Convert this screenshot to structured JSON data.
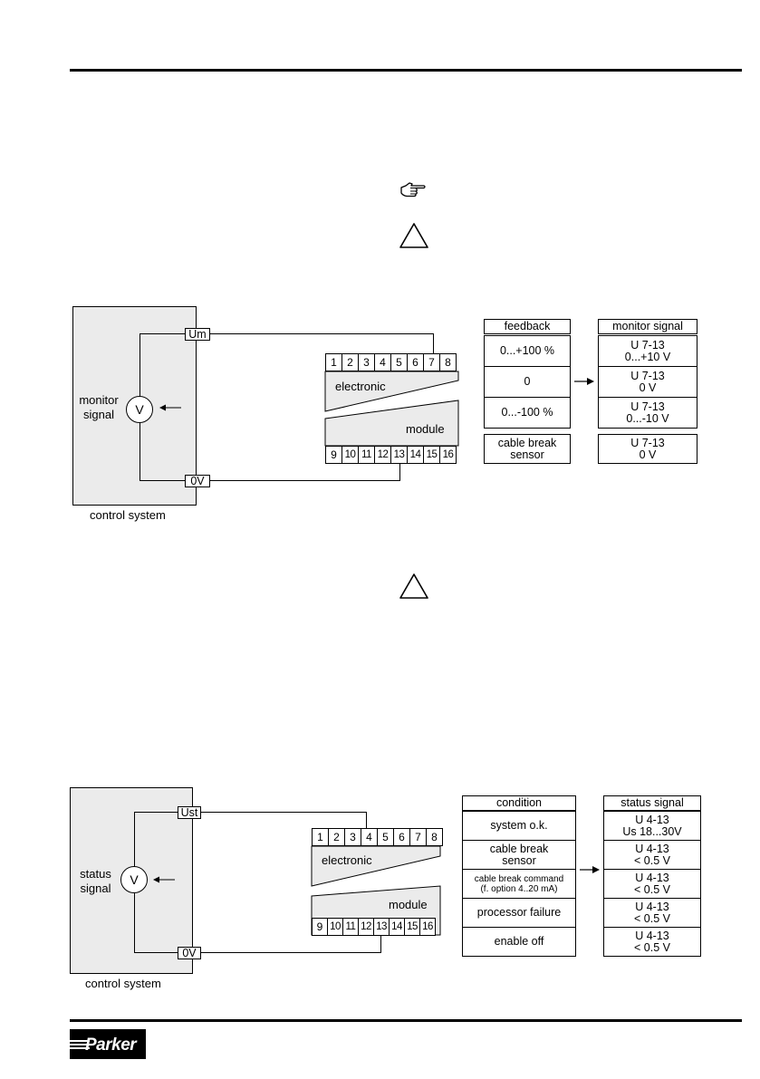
{
  "logo": {
    "text": "Parker"
  },
  "monitor": {
    "control_label": "control system",
    "signal_label_1": "monitor",
    "signal_label_2": "signal",
    "meter": "V",
    "terminal_top": "Um",
    "terminal_bottom": "0V",
    "pins_top": [
      "1",
      "2",
      "3",
      "4",
      "5",
      "6",
      "7",
      "8"
    ],
    "pins_bottom": [
      "9",
      "10",
      "11",
      "12",
      "13",
      "14",
      "15",
      "16"
    ],
    "electronic_label": "electronic",
    "module_label": "module",
    "table": {
      "left_header": "feedback",
      "right_header": "monitor signal",
      "rows": [
        {
          "left": [
            "0...+100 %"
          ],
          "right": [
            "U 7-13",
            "0...+10 V"
          ]
        },
        {
          "left": [
            "0"
          ],
          "right": [
            "U  7-13",
            "0 V"
          ]
        },
        {
          "left": [
            "0...-100 %"
          ],
          "right": [
            "U 7-13",
            "0...-10 V"
          ]
        }
      ],
      "extra": {
        "left": [
          "cable break",
          "sensor"
        ],
        "right": [
          "U  7-13",
          "0 V"
        ]
      }
    }
  },
  "status": {
    "control_label": "control system",
    "signal_label_1": "status",
    "signal_label_2": "signal",
    "meter": "V",
    "terminal_top": "Ust",
    "terminal_bottom": "0V",
    "pins_top": [
      "1",
      "2",
      "3",
      "4",
      "5",
      "6",
      "7",
      "8"
    ],
    "pins_bottom": [
      "9",
      "10",
      "11",
      "12",
      "13",
      "14",
      "15",
      "16"
    ],
    "electronic_label": "electronic",
    "module_label": "module",
    "table": {
      "left_header": "condition",
      "right_header": "status signal",
      "rows": [
        {
          "left": [
            "system o.k."
          ],
          "right": [
            "U 4-13",
            "Us 18...30V"
          ]
        },
        {
          "left": [
            "cable break",
            "sensor"
          ],
          "right": [
            "U  4-13",
            "< 0.5 V"
          ]
        },
        {
          "left": [
            "cable break command",
            "(f. option 4..20 mA)"
          ],
          "right": [
            "U 4-13",
            "< 0.5 V"
          ],
          "small": true
        },
        {
          "left": [
            "processor failure"
          ],
          "right": [
            "U 4-13",
            "< 0.5 V"
          ]
        },
        {
          "left": [
            "enable off"
          ],
          "right": [
            "U 4-13",
            "< 0.5 V"
          ]
        }
      ]
    }
  }
}
